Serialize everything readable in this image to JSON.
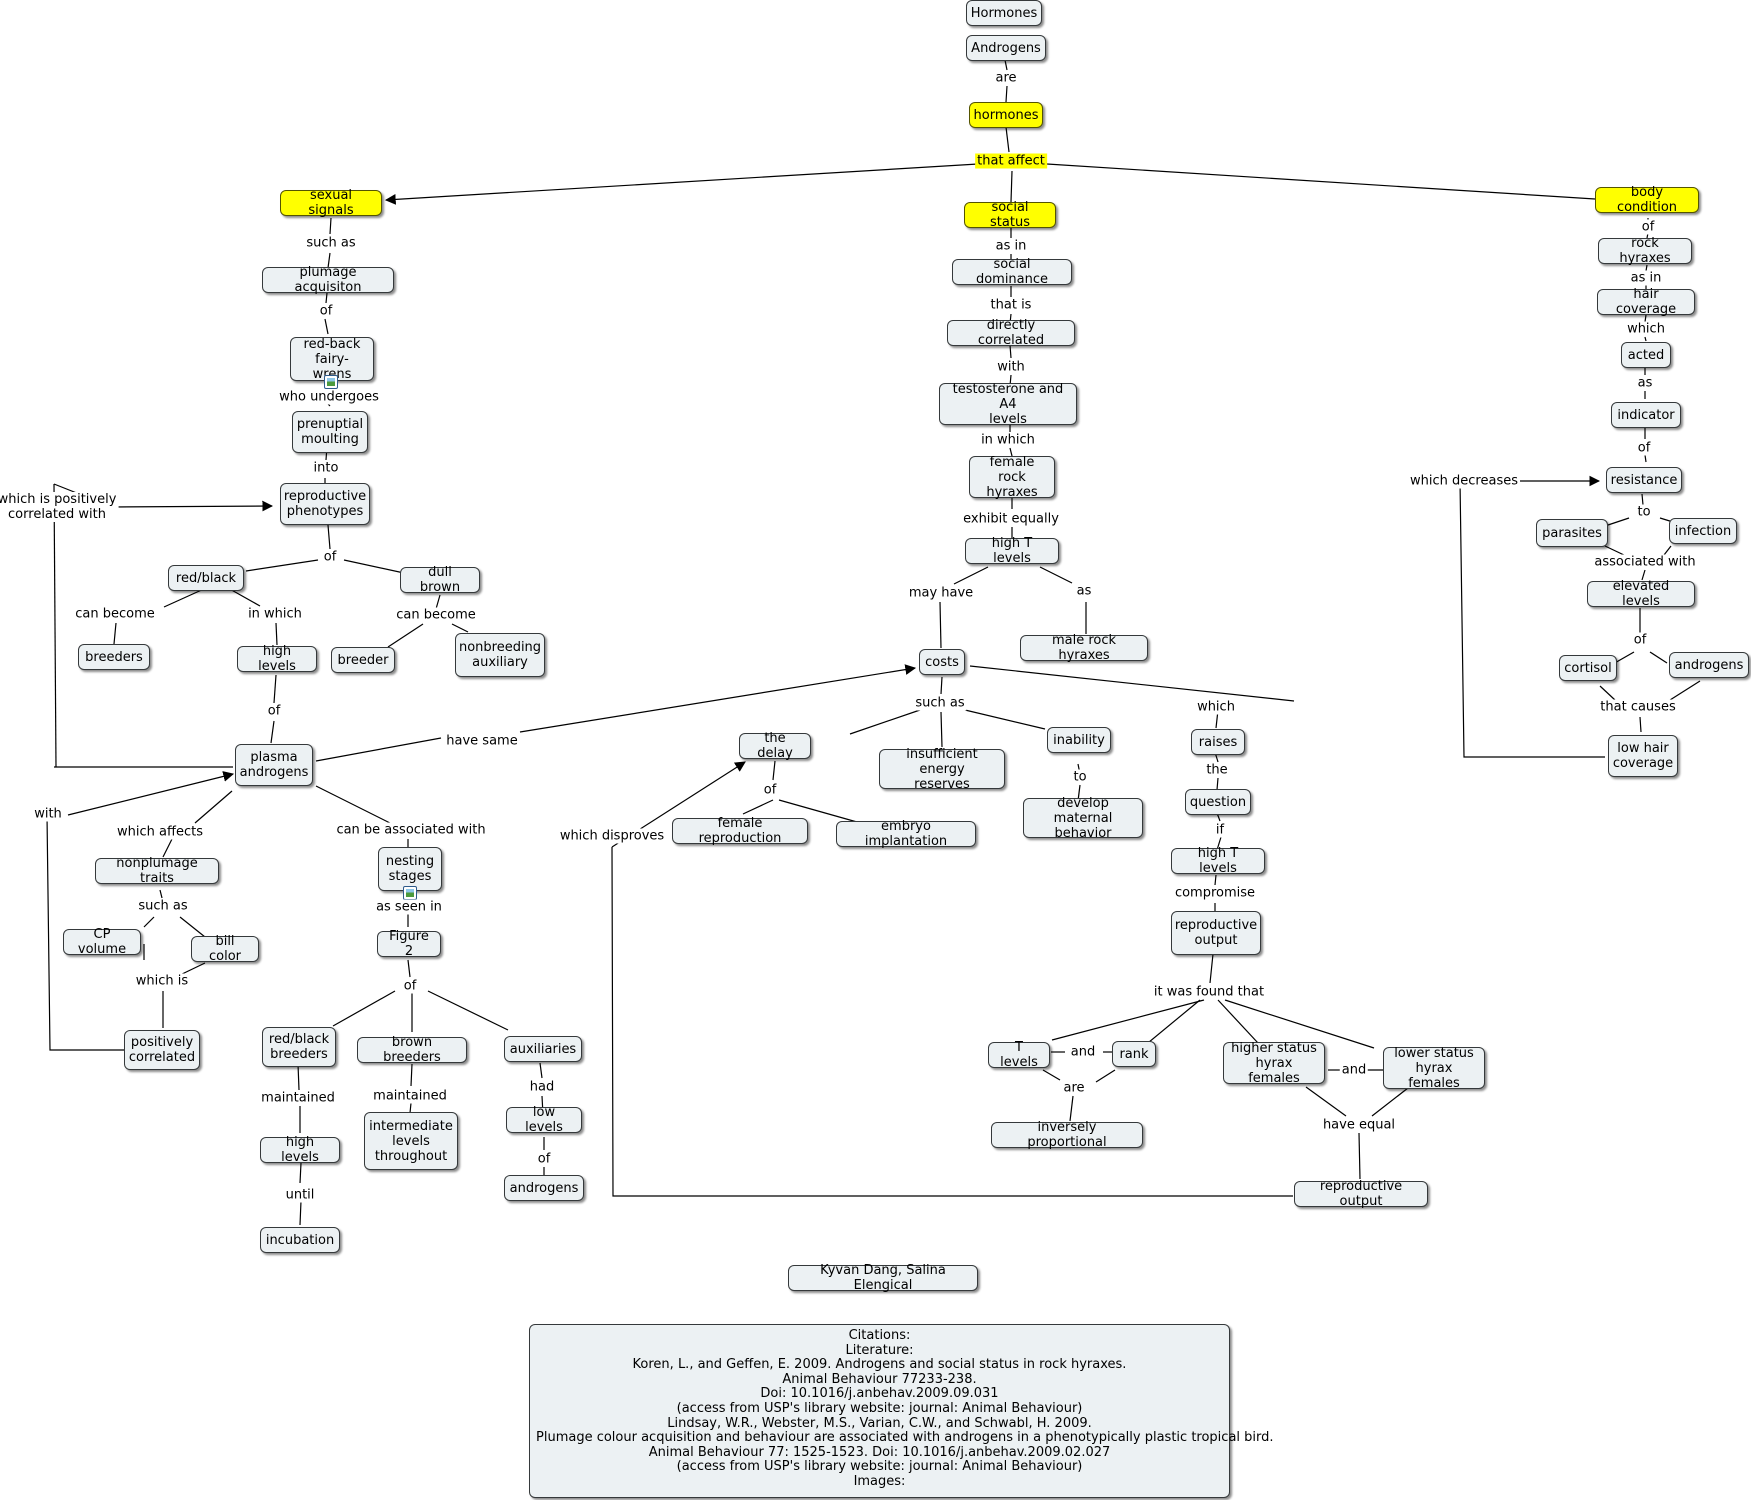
{
  "nodes": {
    "hormones_top": "Hormones",
    "androgens_top": "Androgens",
    "hormones": "hormones",
    "sexual_signals": "sexual signals",
    "social_status": "social status",
    "body_condition": "body condition",
    "plumage_acquisition": "plumage acquisiton",
    "fairy_wrens": "red-back\nfairy-wrens",
    "prenuptial_moulting": "prenuptial\nmoulting",
    "reproductive_phenotypes": "reproductive\nphenotypes",
    "red_black": "red/black",
    "dull_brown": "dull brown",
    "breeders": "breeders",
    "high_levels_1": "high levels",
    "breeder": "breeder",
    "nonbreeding_auxiliary": "nonbreeding\nauxiliary",
    "plasma_androgens": "plasma\nandrogens",
    "nonplumage_traits": "nonplumage traits",
    "cp_volume": "CP volume",
    "bill_color": "bill color",
    "positively_correlated": "positively\ncorrelated",
    "nesting_stages": "nesting\nstages",
    "figure2": "Figure 2",
    "red_black_breeders": "red/black\nbreeders",
    "brown_breeders": "brown breeders",
    "auxiliaries": "auxiliaries",
    "high_levels_2": "high levels",
    "intermediate_levels": "intermediate\nlevels\nthroughout",
    "low_levels": "low levels",
    "incubation": "incubation",
    "androgens_bottom": "androgens",
    "social_dominance": "social dominance",
    "directly_correlated": "directly correlated",
    "testosterone_a4": "testosterone and A4\nlevels",
    "female_rock_hyraxes": "female rock\nhyraxes",
    "high_t_levels_1": "high T levels",
    "male_rock_hyraxes": "male rock hyraxes",
    "costs": "costs",
    "the_delay": "the delay",
    "insufficient_energy": "insufficient energy\nreserves",
    "inability": "inability",
    "raises": "raises",
    "female_reproduction": "female reproduction",
    "embryo_implantation": "embryo implantation",
    "develop_maternal": "develop maternal\nbehavior",
    "question": "question",
    "high_t_levels_2": "high T levels",
    "reproductive_output_1": "reproductive\noutput",
    "t_levels": "T levels",
    "rank": "rank",
    "higher_status": "higher status\nhyrax females",
    "lower_status": "lower status\nhyrax females",
    "inversely_proportional": "inversely proportional",
    "reproductive_output_2": "reproductive output",
    "rock_hyraxes": "rock hyraxes",
    "hair_coverage": "hair coverage",
    "acted": "acted",
    "indicator": "indicator",
    "resistance": "resistance",
    "parasites": "parasites",
    "infection": "infection",
    "elevated_levels": "elevated levels",
    "cortisol": "cortisol",
    "androgens_right": "androgens",
    "low_hair_coverage": "low hair\ncoverage",
    "authors": "Kyvan Dang, Salina Elengical"
  },
  "links": {
    "are": "are",
    "that_affect": "that affect",
    "such_as_1": "such as",
    "of_1": "of",
    "who_undergoes": "who undergoes",
    "into": "into",
    "which_is_positively_correlated_with": "which is positively\ncorrelated with",
    "of_2": "of",
    "can_become_1": "can become",
    "in_which_1": "in which",
    "can_become_2": "can become",
    "of_3": "of",
    "have_same": "have same",
    "with": "with",
    "which_affects": "which affects",
    "can_be_associated_with": "can be associated with",
    "such_as_2": "such as",
    "which_is": "which is",
    "as_seen_in": "as seen in",
    "of_4": "of",
    "maintained_1": "maintained",
    "maintained_2": "maintained",
    "had": "had",
    "until": "until",
    "of_5": "of",
    "as_in_1": "as in",
    "that_is": "that is",
    "with_2": "with",
    "in_which_2": "in which",
    "exhibit_equally": "exhibit equally",
    "may_have": "may have",
    "as": "as",
    "such_as_3": "such as",
    "which_1": "which",
    "of_6": "of",
    "to_1": "to",
    "the": "the",
    "if": "if",
    "compromise": "compromise",
    "which_disproves": "which disproves",
    "it_was_found_that": "it was found that",
    "and_1": "and",
    "are_2": "are",
    "and_2": "and",
    "have_equal": "have equal",
    "of_7": "of",
    "as_in_2": "as in",
    "which_2": "which",
    "as_2": "as",
    "of_8": "of",
    "which_decreases": "which decreases",
    "to_2": "to",
    "associated_with": "associated with",
    "of_9": "of",
    "that_causes": "that causes"
  },
  "citations": [
    "Citations:",
    "Literature:",
    "Koren, L., and Geffen, E. 2009. Androgens and social status in rock hyraxes.",
    "Animal Behaviour 77233-238.",
    "Doi: 10.1016/j.anbehav.2009.09.031",
    "(access from USP's library website: journal: Animal Behaviour)",
    "Lindsay, W.R., Webster, M.S., Varian, C.W., and Schwabl, H. 2009.",
    "Plumage colour acquisition and behaviour are associated with androgens in a phenotypically plastic tropical bird.",
    "Animal Behaviour 77: 1525-1523. Doi: 10.1016/j.anbehav.2009.02.027",
    "(access from USP's library website: journal: Animal Behaviour)",
    "Images:"
  ],
  "colors": {
    "node_fill": "#ecf1f3",
    "highlight_fill": "#ffff00",
    "line": "#000000"
  },
  "icons": [
    "image-attachment-icon",
    "image-attachment-icon"
  ]
}
